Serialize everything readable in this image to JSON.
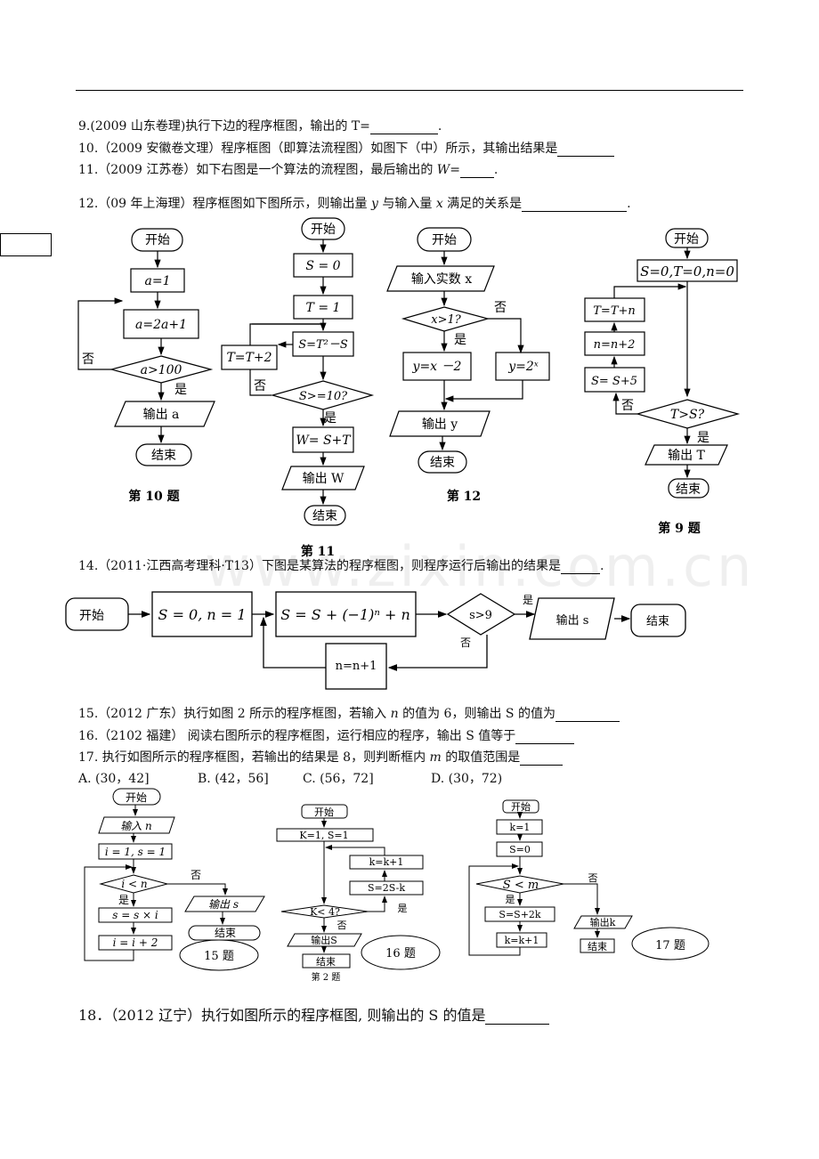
{
  "questions": {
    "q9": {
      "text": "9.(2009 山东卷理)执行下边的程序框图，输出的 T=",
      "end": "."
    },
    "q10": "10.（2009 安徽卷文理）程序框图（即算法流程图）如图下（中）所示，其输出结果是",
    "q11": {
      "text": "11.（2009 江苏卷）如下右图是一个算法的流程图，最后输出的 ",
      "var": "W",
      "eq": "=",
      "end": "."
    },
    "q12": {
      "text": "12.（09 年上海理）程序框图如下图所示，则输出量 ",
      "y": "y",
      "mid": " 与输入量 ",
      "x": "x",
      "tail": " 满足的关系是",
      "end": "."
    },
    "q14": {
      "text": "14.（2011·江西高考理科·T13）下图是某算法的程序框图，则程序运行后输出的结果是",
      "end": "."
    },
    "q15": {
      "text": "15.（2012 广东）执行如图 2 所示的程序框图，若输入 ",
      "n": "n",
      "tail": " 的值为 6，则输出 S 的值为"
    },
    "q16": "16.（2102 福建） 阅读右图所示的程序框图，运行相应的程序，输出 S 值等于",
    "q17": {
      "text": "17. 执行如图所示的程序框图，若输出的结果是 8，则判断框内 ",
      "m": "m",
      "tail": " 的取值范围是"
    },
    "q17_options": [
      "A. (30，42]",
      "B. (42，56]",
      "C. (56，72]",
      "D. (30，72)"
    ],
    "q18": "18．（2012 辽宁）执行如图所示的程序框图, 则输出的 S 的值是"
  },
  "watermark": "www.zixin.com.cn",
  "flow_a": {
    "start": "开始",
    "init": "a=1",
    "step": "a=2a+1",
    "cond": "a>100",
    "no": "否",
    "yes": "是",
    "output": "输出 a",
    "end": "结束",
    "caption": "第 10 题"
  },
  "flow_b": {
    "start": "开始",
    "s0": "S = 0",
    "t1": "T = 1",
    "st": "S=T²－S",
    "tt": "T=T+2",
    "cond": "S>=10?",
    "yes": "是",
    "no": "否",
    "w": "W= S+T",
    "output": "输出 W",
    "end": "结束",
    "caption": "第 11"
  },
  "flow_c": {
    "start": "开始",
    "input": "输入实数 x",
    "cond": "x>1?",
    "no": "否",
    "yes": "是",
    "left": "y=x －2",
    "right": "y=2ˣ",
    "output": "输出 y",
    "end": "结束",
    "caption": "第 12"
  },
  "flow_d": {
    "start": "开始",
    "init": "S=0,T=0,n=0",
    "ttn": "T=T+n",
    "nn2": "n=n+2",
    "ss5": "S= S+5",
    "cond": "T>S?",
    "no": "否",
    "yes": "是",
    "output": "输出 T",
    "end": "结束",
    "caption": "第 9 题"
  },
  "flow_14": {
    "start": "开始",
    "init": "S = 0, n = 1",
    "step": "S = S + (−1)ⁿ + n",
    "cond": "s>9",
    "yes": "是",
    "no": "否",
    "output": "输出 s",
    "end": "结束",
    "inc": "n=n+1"
  },
  "flow_15": {
    "start": "开始",
    "input": "输入 n",
    "init": "i = 1, s = 1",
    "cond": "i < n",
    "no": "否",
    "yes": "是",
    "output": "输出 s",
    "step1": "s = s × i",
    "step2": "i = i + 2",
    "end": "结束",
    "label": "15 题"
  },
  "flow_16": {
    "start": "开始",
    "init": "K=1,  S=1",
    "kk": "k=k+1",
    "s2": "S=2S-k",
    "cond": "K< 4?",
    "yes": "是",
    "no": "否",
    "output": "输出S",
    "end": "结束",
    "caption": "第 2 题",
    "label": "16 题"
  },
  "flow_17": {
    "start": "开始",
    "k1": "k=1",
    "s0": "S=0",
    "cond": "S < m",
    "no": "否",
    "yes": "是",
    "step": "S=S+2k",
    "kk": "k=k+1",
    "output": "输出k",
    "end": "结束",
    "label": "17 题"
  }
}
